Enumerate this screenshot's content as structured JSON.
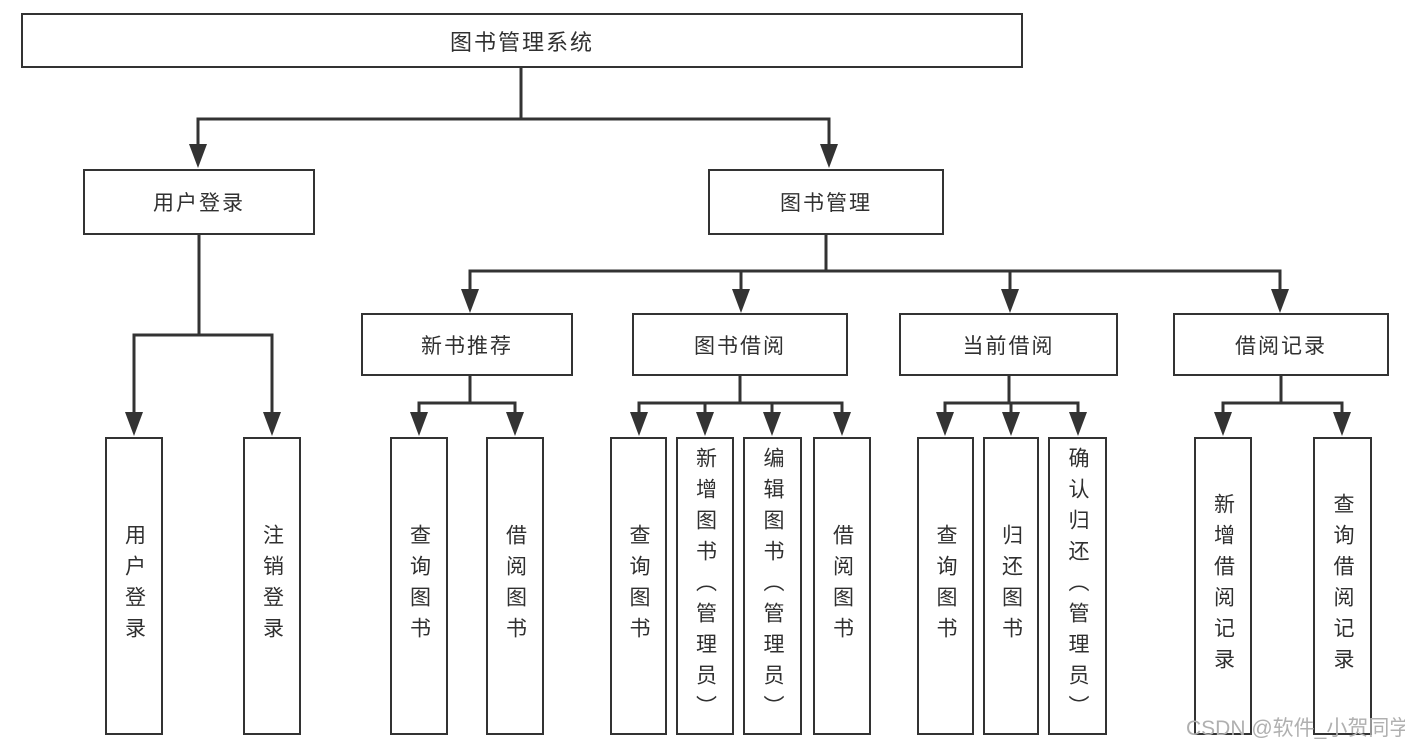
{
  "title": "图书管理系统",
  "watermark": "CSDN @软件_小贺同学",
  "colors": {
    "line": "#333333",
    "text": "#303030",
    "watermark": "#b0b0b0",
    "background": "#ffffff"
  },
  "nodes": {
    "root": "图书管理系统",
    "l2": [
      "用户登录",
      "图书管理"
    ],
    "l3": [
      "新书推荐",
      "图书借阅",
      "当前借阅",
      "借阅记录"
    ],
    "leaves": {
      "userLogin": [
        "用户登录",
        "注销登录"
      ],
      "newBookRec": [
        "查询图书",
        "借阅图书"
      ],
      "bookBorrow": [
        "查询图书",
        "新增图书（管理员）",
        "编辑图书（管理员）",
        "借阅图书"
      ],
      "currentBorrow": [
        "查询图书",
        "归还图书",
        "确认归还（管理员）"
      ],
      "borrowRecords": [
        "新增借阅记录",
        "查询借阅记录"
      ]
    }
  }
}
